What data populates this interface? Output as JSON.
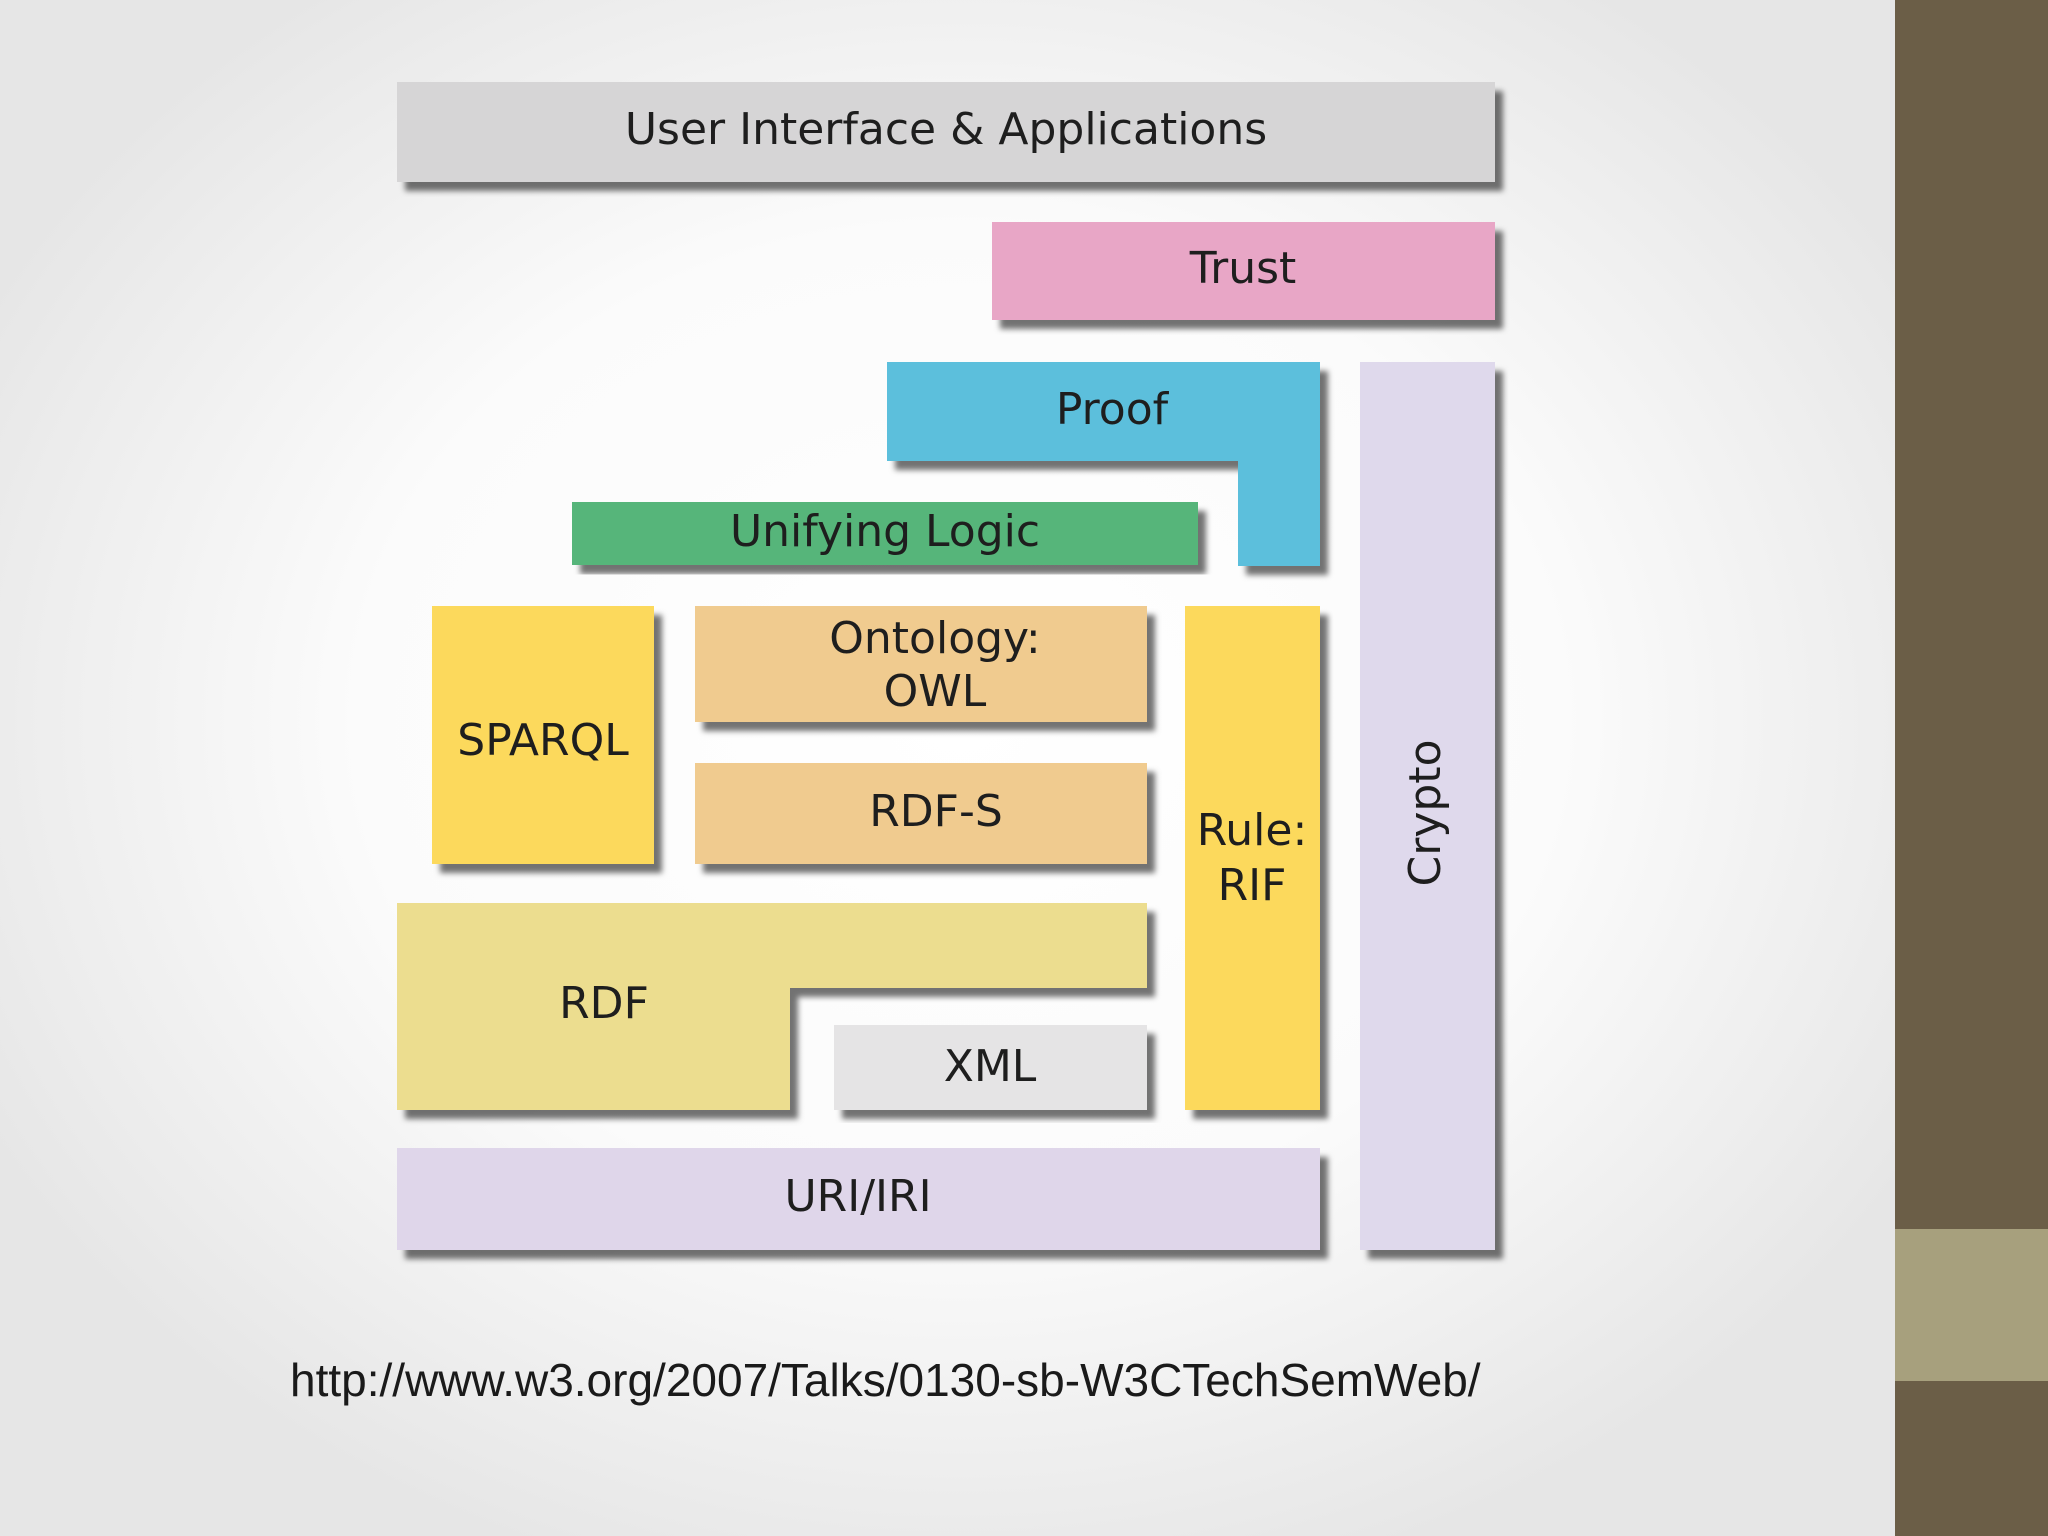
{
  "layers": {
    "ui": {
      "label": "User Interface & Applications",
      "color": "#d6d5d6"
    },
    "trust": {
      "label": "Trust",
      "color": "#e8a6c6"
    },
    "proof": {
      "label": "Proof",
      "color": "#5bbfdc"
    },
    "unifying_logic": {
      "label": "Unifying Logic",
      "color": "#56b57a"
    },
    "ontology": {
      "label_line1": "Ontology:",
      "label_line2": "OWL",
      "color": "#f0cb8f"
    },
    "rdfs": {
      "label": "RDF-S",
      "color": "#f0cb8f"
    },
    "sparql": {
      "label": "SPARQL",
      "color": "#fcd95c"
    },
    "rule": {
      "label_line1": "Rule:",
      "label_line2": "RIF",
      "color": "#fcd95c"
    },
    "rdf": {
      "label": "RDF",
      "color": "#ecdd8f"
    },
    "xml": {
      "label": "XML",
      "color": "#e5e4e5"
    },
    "uri": {
      "label": "URI/IRI",
      "color": "#dfd6ea"
    },
    "crypto": {
      "label": "Crypto",
      "color": "#dfd9ec"
    }
  },
  "source_url": "http://www.w3.org/2007/Talks/0130-sb-W3CTechSemWeb/",
  "theme": {
    "band_dark": "#6b5e47",
    "band_light": "#a7a07d"
  }
}
